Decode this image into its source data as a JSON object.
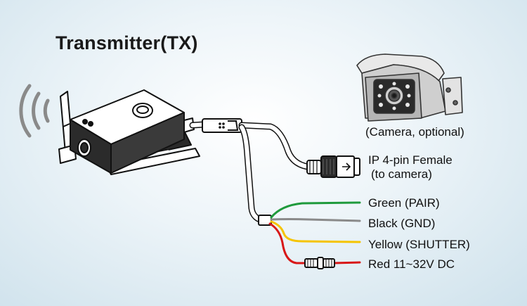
{
  "title": "Transmitter(TX)",
  "labels": {
    "camera": "(Camera, optional)",
    "ip_connector_line1": "IP 4-pin Female",
    "ip_connector_line2": "(to camera)",
    "green_wire": "Green (PAIR)",
    "black_wire": "Black (GND)",
    "yellow_wire": "Yellow (SHUTTER)",
    "red_wire": "Red 11~32V DC"
  },
  "wire_colors": {
    "green": "#1f9a3c",
    "black": "#8a8a8a",
    "yellow": "#f5c400",
    "red": "#d81818"
  }
}
